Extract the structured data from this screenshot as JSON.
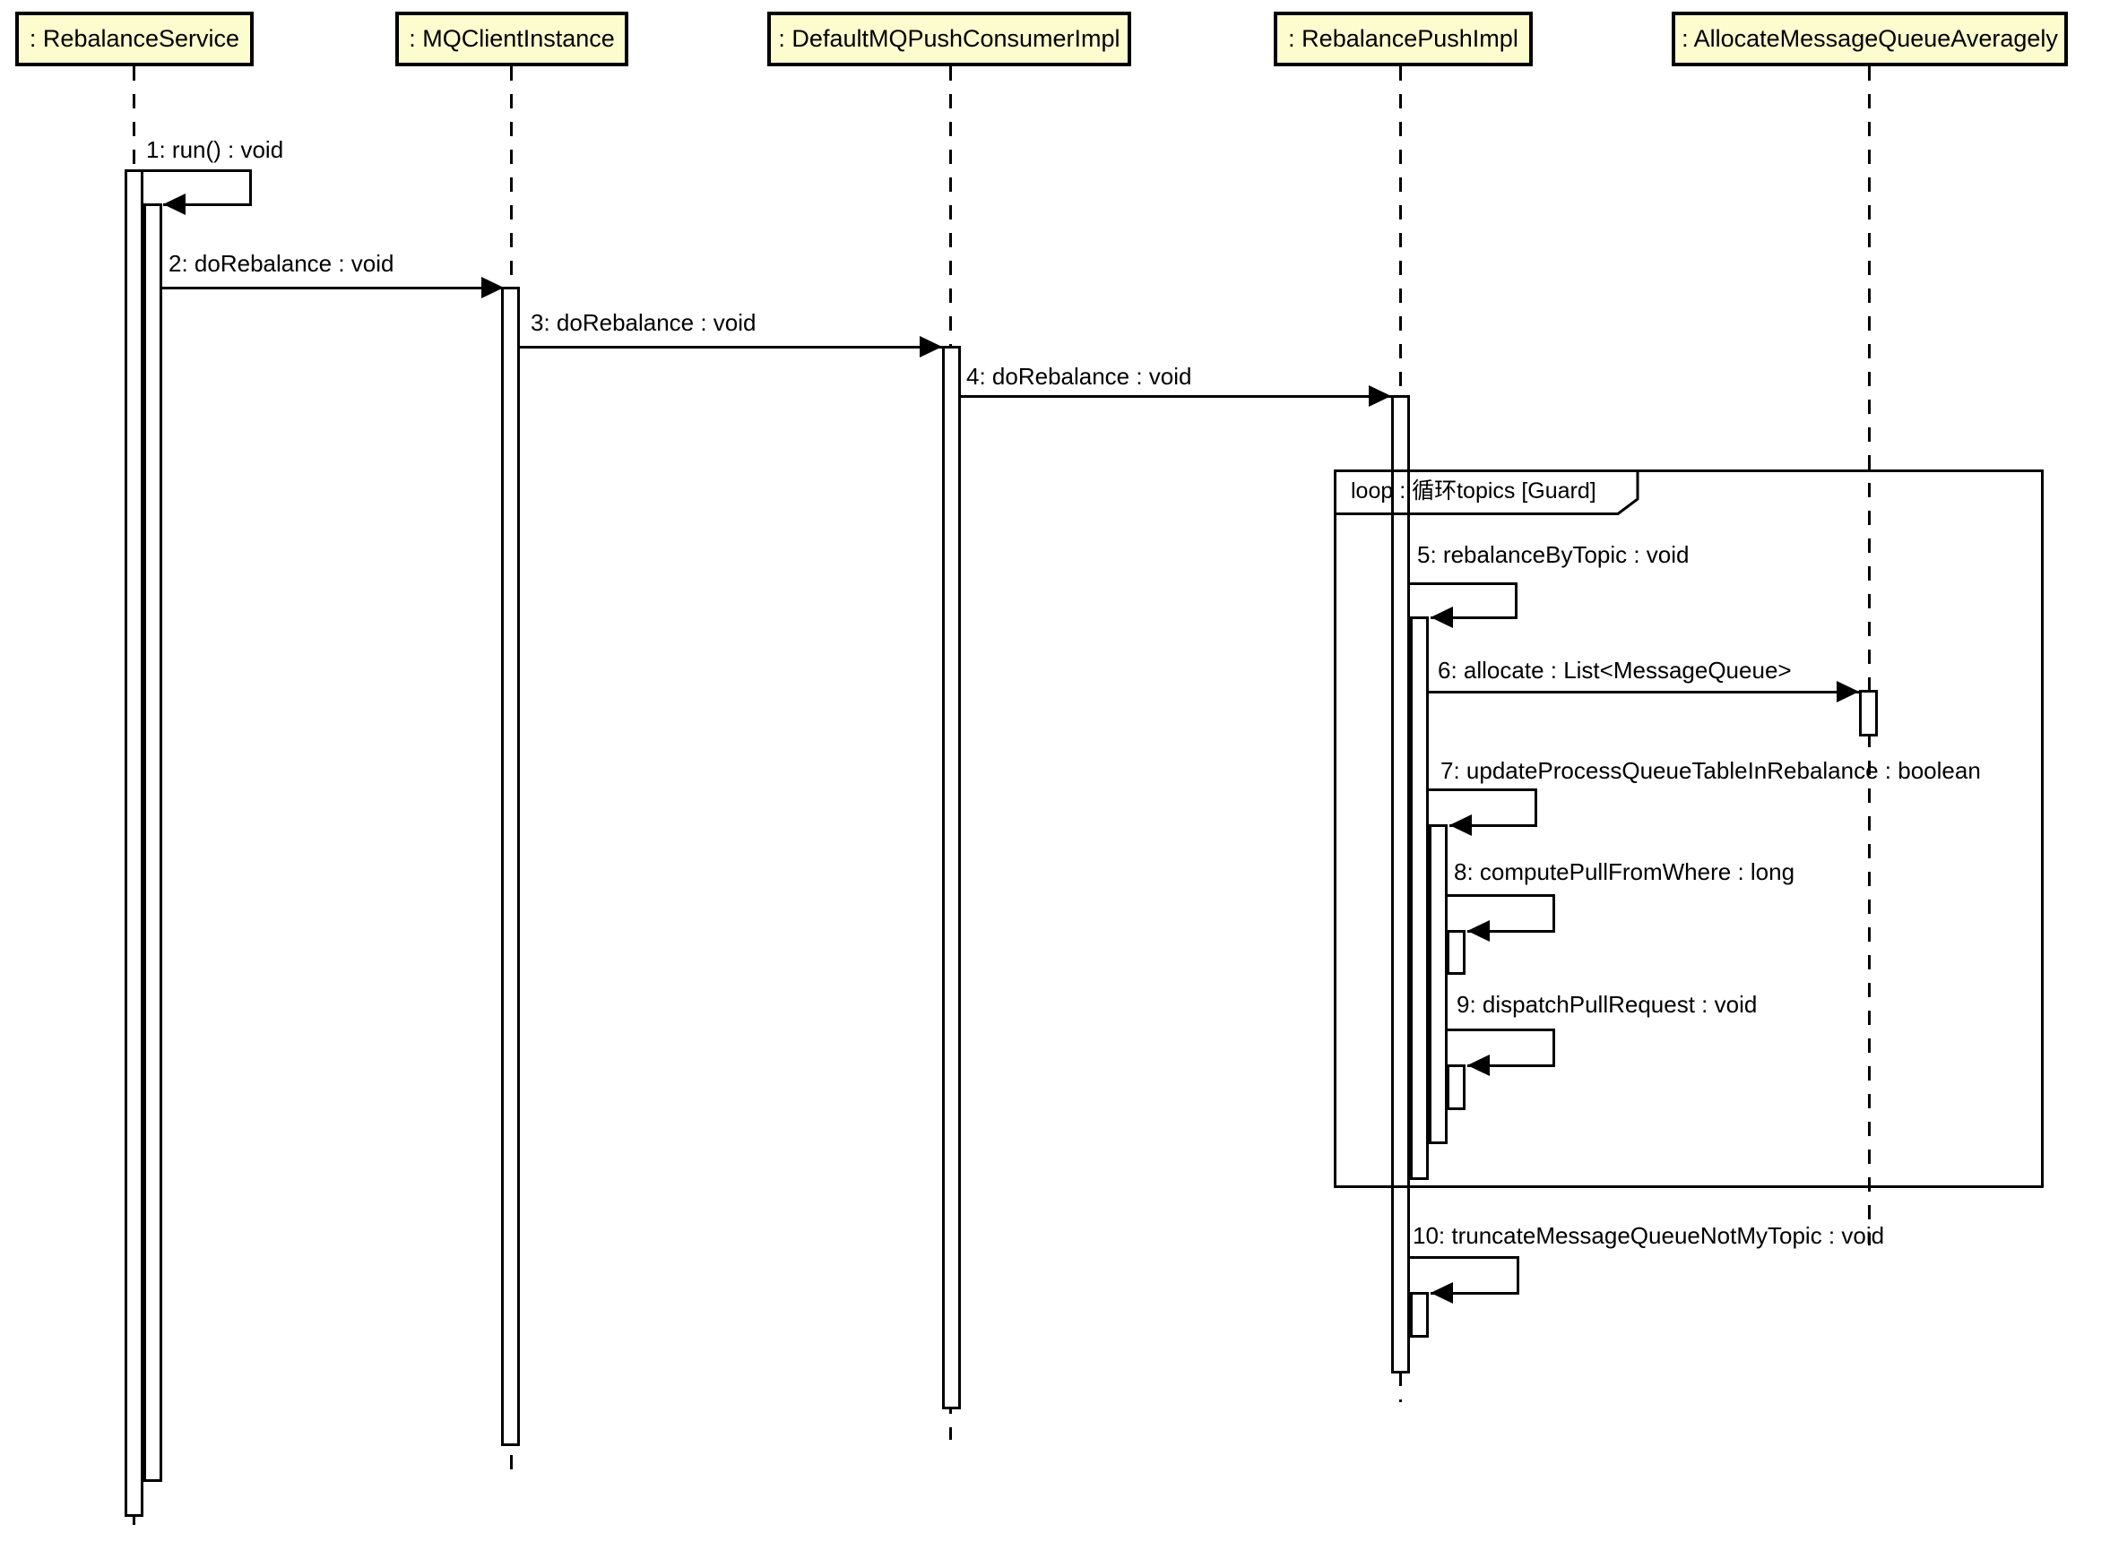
{
  "colors": {
    "background": "#ffffff",
    "line": "#000000",
    "lifeline_header_fill": "#fcfcce"
  },
  "lifelines": [
    {
      "name": ": RebalanceService"
    },
    {
      "name": ": MQClientInstance"
    },
    {
      "name": ": DefaultMQPushConsumerImpl"
    },
    {
      "name": ": RebalancePushImpl"
    },
    {
      "name": ": AllocateMessageQueueAveragely"
    }
  ],
  "fragment": {
    "operator": "loop",
    "label": "loop : 循环topics  [Guard]"
  },
  "messages": [
    {
      "label": "1: run() : void",
      "from": ": RebalanceService",
      "to": ": RebalanceService",
      "kind": "self-call"
    },
    {
      "label": "2: doRebalance : void",
      "from": ": RebalanceService",
      "to": ": MQClientInstance",
      "kind": "call"
    },
    {
      "label": "3: doRebalance : void",
      "from": ": MQClientInstance",
      "to": ": DefaultMQPushConsumerImpl",
      "kind": "call"
    },
    {
      "label": "4: doRebalance : void",
      "from": ": DefaultMQPushConsumerImpl",
      "to": ": RebalancePushImpl",
      "kind": "call"
    },
    {
      "label": "5: rebalanceByTopic : void",
      "from": ": RebalancePushImpl",
      "to": ": RebalancePushImpl",
      "kind": "self-call"
    },
    {
      "label": "6: allocate : List<MessageQueue>",
      "from": ": RebalancePushImpl",
      "to": ": AllocateMessageQueueAveragely",
      "kind": "call"
    },
    {
      "label": "7: updateProcessQueueTableInRebalance : boolean",
      "from": ": RebalancePushImpl",
      "to": ": RebalancePushImpl",
      "kind": "self-call"
    },
    {
      "label": "8: computePullFromWhere : long",
      "from": ": RebalancePushImpl",
      "to": ": RebalancePushImpl",
      "kind": "self-call"
    },
    {
      "label": "9: dispatchPullRequest : void",
      "from": ": RebalancePushImpl",
      "to": ": RebalancePushImpl",
      "kind": "self-call"
    },
    {
      "label": "10: truncateMessageQueueNotMyTopic : void",
      "from": ": RebalancePushImpl",
      "to": ": RebalancePushImpl",
      "kind": "self-call"
    }
  ]
}
